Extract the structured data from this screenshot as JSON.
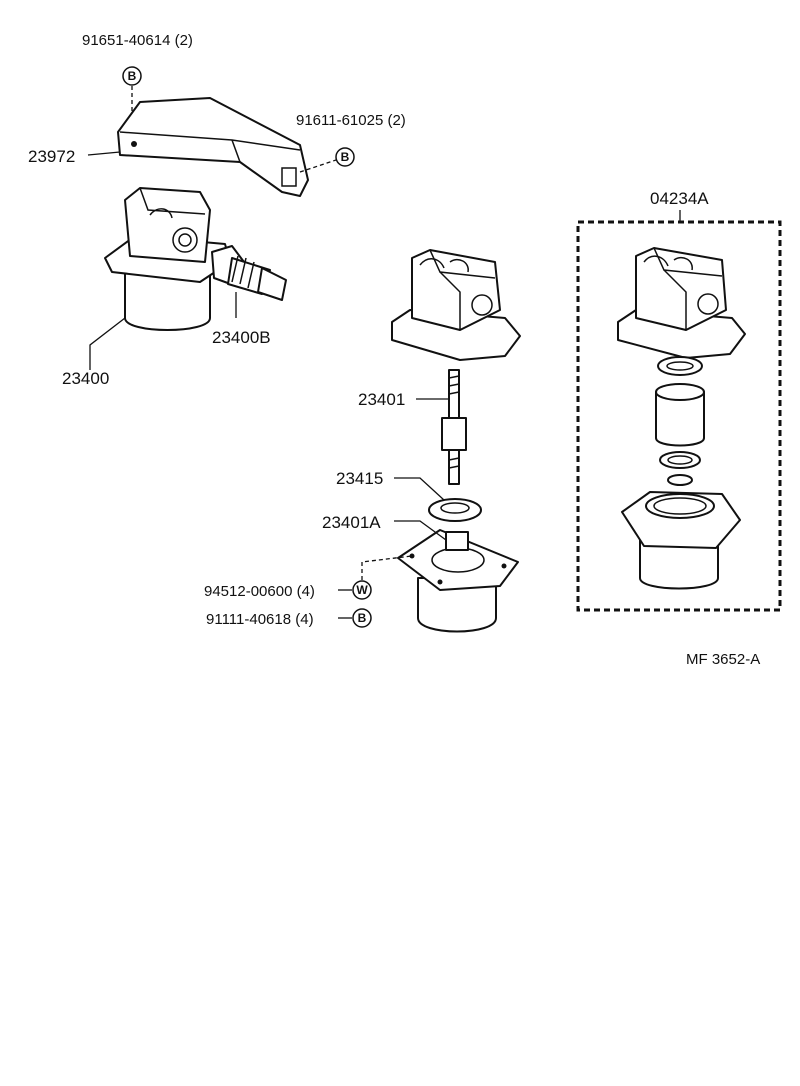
{
  "parts": {
    "bolt_top": "91651-40614 (2)",
    "bolt_right": "91611-61025 (2)",
    "bracket": "23972",
    "valve_assy": "23400",
    "union": "23400B",
    "kit": "04234A",
    "plunger": "23401",
    "seal": "23415",
    "body": "23401A",
    "washer": "94512-00600 (4)",
    "bolt_bottom": "91111-40618 (4)"
  },
  "symbols": {
    "bolt": "B",
    "washer": "W"
  },
  "reference": "MF  3652-A"
}
